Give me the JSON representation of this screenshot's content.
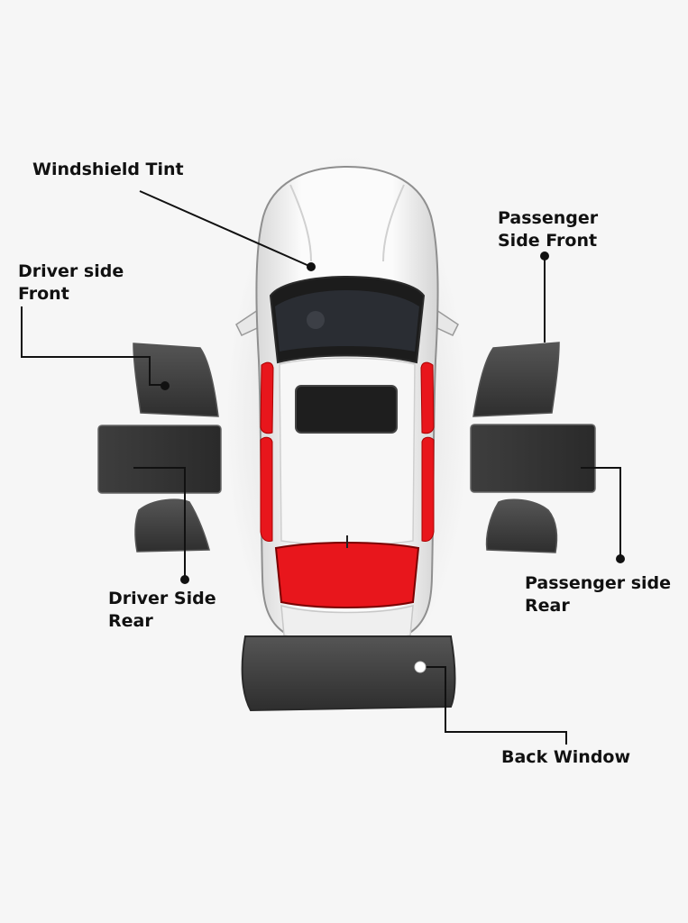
{
  "labels": {
    "windshield": {
      "line1": "Windshield Tint"
    },
    "driver_front": {
      "line1": "Driver side",
      "line2": "Front"
    },
    "driver_rear": {
      "line1": "Driver Side",
      "line2": "Rear"
    },
    "passenger_front": {
      "line1": "Passenger",
      "line2": "Side Front"
    },
    "passenger_rear": {
      "line1": "Passenger side",
      "line2": "Rear"
    },
    "back_window": {
      "line1": "Back Window"
    }
  },
  "colors": {
    "background": "#f6f6f6",
    "highlight_red": "#e8161c",
    "tint_dark": "#3a3a3a",
    "car_body": "#f4f4f4",
    "leader_line": "#111111"
  }
}
